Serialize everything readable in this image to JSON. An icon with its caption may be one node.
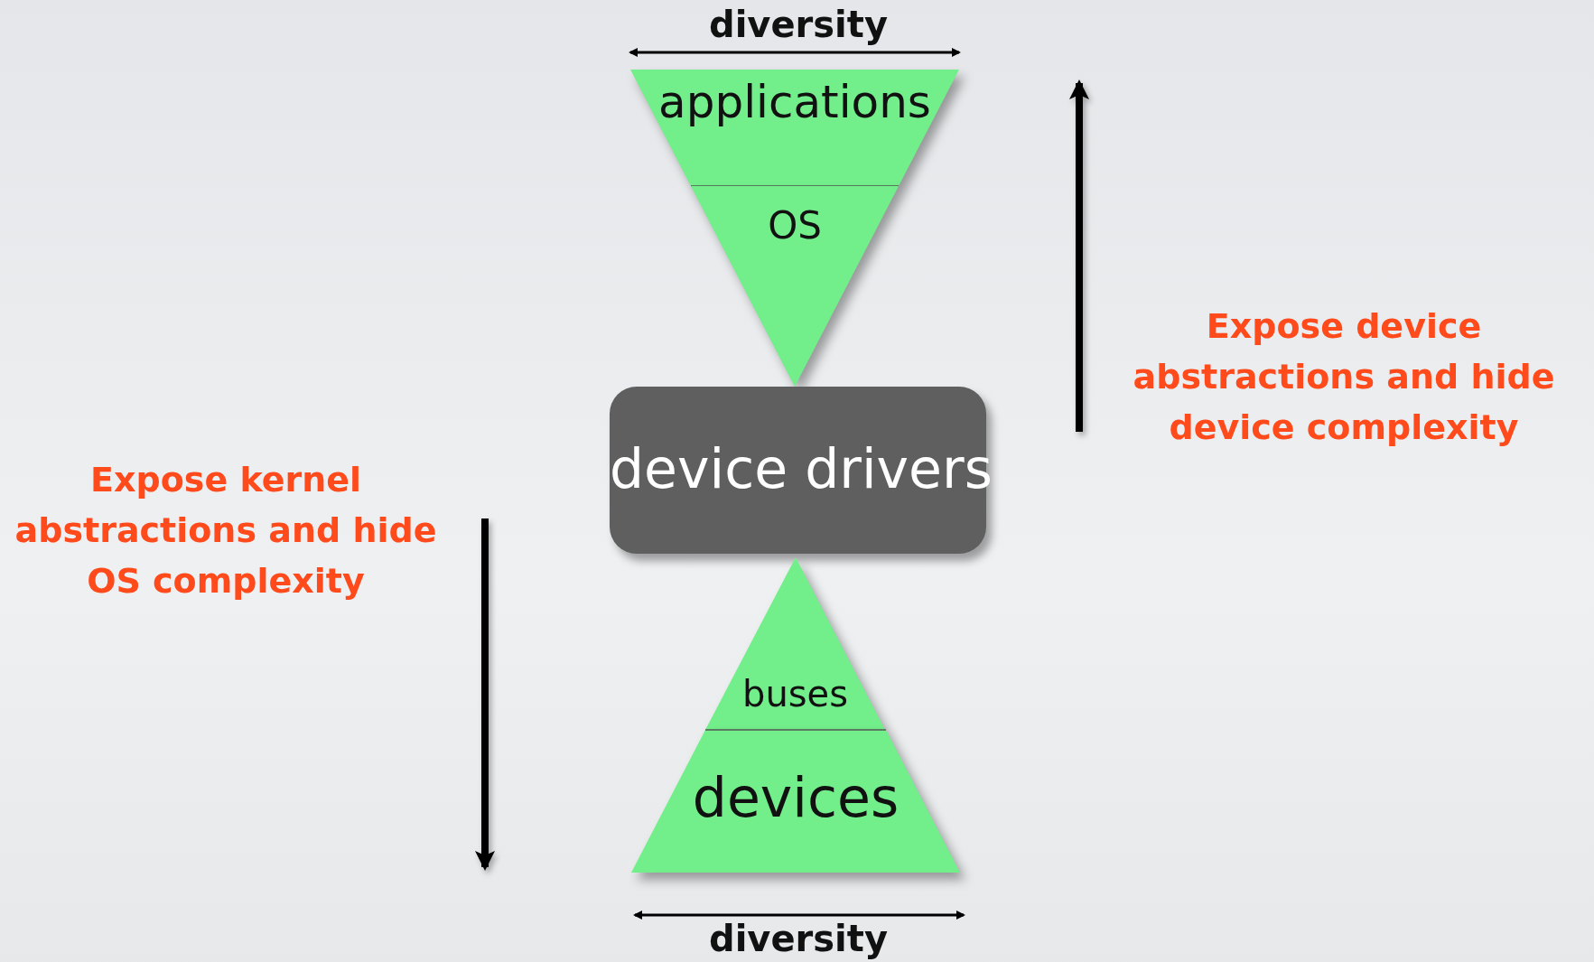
{
  "diagram": {
    "nodes": [
      {
        "text": [
          "applications"
        ]
      },
      {
        "text": [
          "OS"
        ]
      },
      {
        "text": [
          "device drivers"
        ]
      },
      {
        "text": [
          "buses"
        ]
      },
      {
        "text": [
          "devices"
        ]
      }
    ],
    "edges": [],
    "labels": [
      "diversity",
      "Expose device abstractions and hide device complexity",
      "Expose kernel abstractions and hide OS complexity",
      "diversity"
    ]
  }
}
